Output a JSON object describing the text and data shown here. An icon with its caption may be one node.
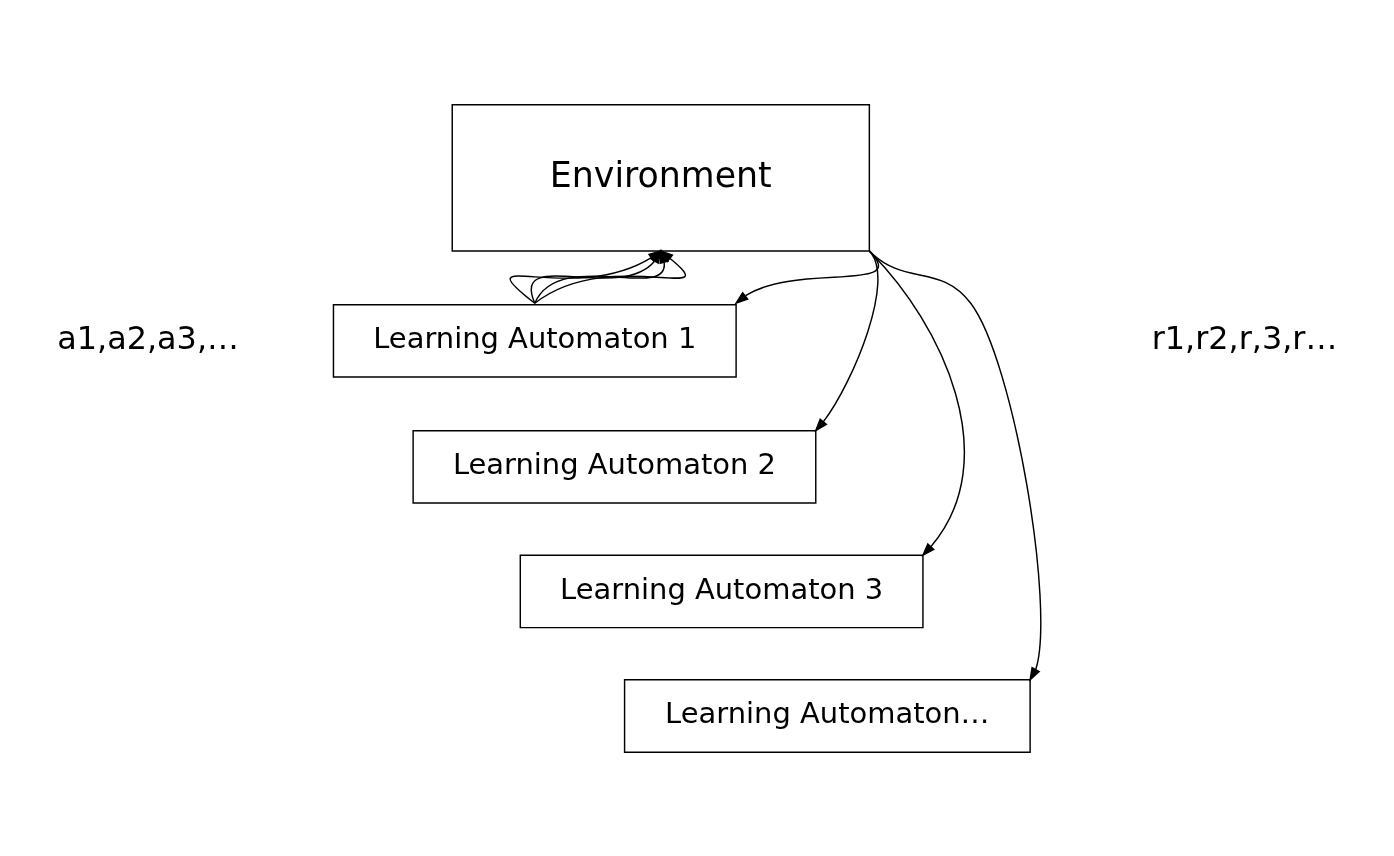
{
  "diagram": {
    "nodes": [
      {
        "text": [
          "Environment"
        ]
      },
      {
        "text": [
          "Learning Automaton 1"
        ]
      },
      {
        "text": [
          "Learning Automaton 2"
        ]
      },
      {
        "text": [
          "Learning Automaton 3"
        ]
      },
      {
        "text": [
          "Learning Automaton…"
        ]
      }
    ],
    "edges": [
      {
        "from": 1,
        "to": 0,
        "arrow": "to"
      },
      {
        "from": 1,
        "to": 0,
        "arrow": "to"
      },
      {
        "from": 1,
        "to": 0,
        "arrow": "to"
      },
      {
        "from": 1,
        "to": 0,
        "arrow": "to"
      },
      {
        "from": 0,
        "to": 1,
        "arrow": "to"
      },
      {
        "from": 0,
        "to": 2,
        "arrow": "to"
      },
      {
        "from": 0,
        "to": 3,
        "arrow": "to"
      },
      {
        "from": 0,
        "to": 4,
        "arrow": "to"
      }
    ],
    "labels": [
      "a1,a2,a3,…",
      "r1,r2,r,3,r…"
    ]
  }
}
